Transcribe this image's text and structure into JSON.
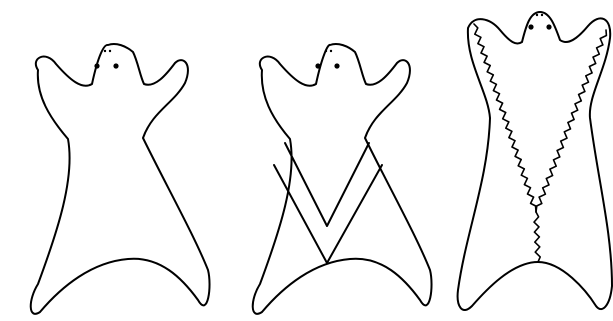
{
  "figure": {
    "panels": [
      {
        "name": "plain-body",
        "band": "none"
      },
      {
        "name": "v-band",
        "band": "smooth"
      },
      {
        "name": "v-seam",
        "band": "zigzag"
      }
    ],
    "colors": {
      "stroke": "#000000",
      "background": "#ffffff"
    }
  }
}
